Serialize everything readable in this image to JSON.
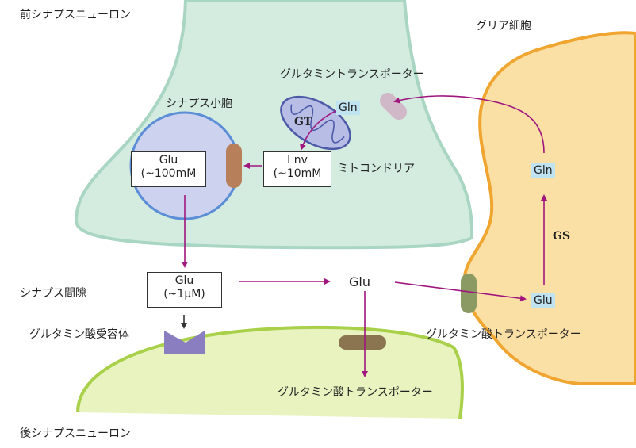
{
  "labels": {
    "pre_neuron": "前シナプスニューロン",
    "post_neuron": "後シナプスニューロン",
    "glia_cell": "グリア細胞",
    "vesicle": "シナプス小胞",
    "mitochondria": "ミトコンドリア",
    "gln_transporter": "グルタミントランスポーター",
    "synaptic_cleft": "シナプス間隙",
    "glu_receptor": "グルタミン酸受容体",
    "glu_transporter_glia": "グルタミン酸トランスポーター",
    "glu_transporter_post": "グルタミン酸トランスポーター"
  },
  "boxes": {
    "vesicle_glu": {
      "line1": "Glu",
      "line2": "(~100mM"
    },
    "cytosol_glu": {
      "line1": "I nv",
      "line2": "(~10mM"
    },
    "cleft_glu": {
      "line1": "Glu",
      "line2": "(~1μM)"
    }
  },
  "molecules": {
    "gln_mito": "Gln",
    "gln_glia": "Gln",
    "glu_glia": "Glu",
    "glu_free": "Glu"
  },
  "enzymes": {
    "gt": "GT",
    "gs": "GS"
  },
  "colors": {
    "pre_fill": "#d4ece0",
    "pre_stroke": "#a8d6c2",
    "glia_fill": "#fbe0a6",
    "glia_stroke": "#f0a530",
    "post_fill": "#e8f3c0",
    "post_stroke": "#a8d048",
    "vesicle_fill": "#cdd2ee",
    "vesicle_stroke": "#5b8ed6",
    "arrow": "#a0167e",
    "tag_bg": "#bfe3f0"
  }
}
